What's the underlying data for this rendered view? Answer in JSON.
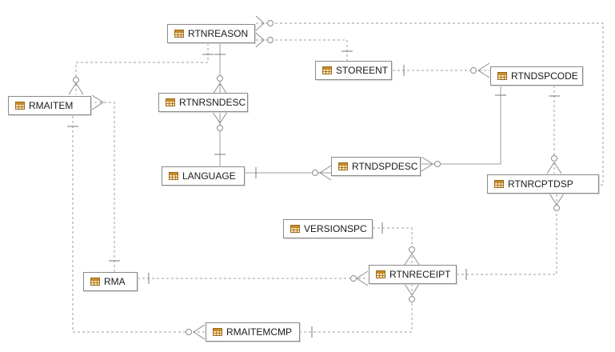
{
  "diagram": {
    "entities": [
      {
        "id": "rtnreason",
        "label": "RTNREASON"
      },
      {
        "id": "storeent",
        "label": "STOREENT"
      },
      {
        "id": "rtndspcode",
        "label": "RTNDSPCODE"
      },
      {
        "id": "rmaitem",
        "label": "RMAITEM"
      },
      {
        "id": "rtnrsndesc",
        "label": "RTNRSNDESC"
      },
      {
        "id": "language",
        "label": "LANGUAGE"
      },
      {
        "id": "rtndspdesc",
        "label": "RTNDSPDESC"
      },
      {
        "id": "rtnrcptdsp",
        "label": "RTNRCPTDSP"
      },
      {
        "id": "versionspc",
        "label": "VERSIONSPC"
      },
      {
        "id": "rma",
        "label": "RMA"
      },
      {
        "id": "rtnreceipt",
        "label": "RTNRECEIPT"
      },
      {
        "id": "rmaitemcmp",
        "label": "RMAITEMCMP"
      }
    ],
    "relationships": [
      {
        "from": "rtnreason",
        "to": "rtnrsndesc",
        "style": "solid"
      },
      {
        "from": "language",
        "to": "rtnrsndesc",
        "style": "solid"
      },
      {
        "from": "language",
        "to": "rtndspdesc",
        "style": "solid"
      },
      {
        "from": "rtndspcode",
        "to": "rtndspdesc",
        "style": "solid"
      },
      {
        "from": "rtnreason",
        "to": "rmaitem",
        "style": "dashed"
      },
      {
        "from": "rtnreason",
        "to": "rtnrcptdsp",
        "style": "dashed"
      },
      {
        "from": "storeent",
        "to": "rtnreason",
        "style": "dashed"
      },
      {
        "from": "storeent",
        "to": "rtndspcode",
        "style": "dashed"
      },
      {
        "from": "rtndspcode",
        "to": "rtnrcptdsp",
        "style": "dashed"
      },
      {
        "from": "rtnreceipt",
        "to": "rtnrcptdsp",
        "style": "dashed"
      },
      {
        "from": "rma",
        "to": "rmaitem",
        "style": "dashed"
      },
      {
        "from": "rma",
        "to": "rtnreceipt",
        "style": "dashed"
      },
      {
        "from": "versionspc",
        "to": "rtnreceipt",
        "style": "dashed"
      },
      {
        "from": "rtnreceipt",
        "to": "rmaitemcmp",
        "style": "dashed"
      },
      {
        "from": "rmaitem",
        "to": "rmaitemcmp",
        "style": "dashed"
      }
    ]
  }
}
